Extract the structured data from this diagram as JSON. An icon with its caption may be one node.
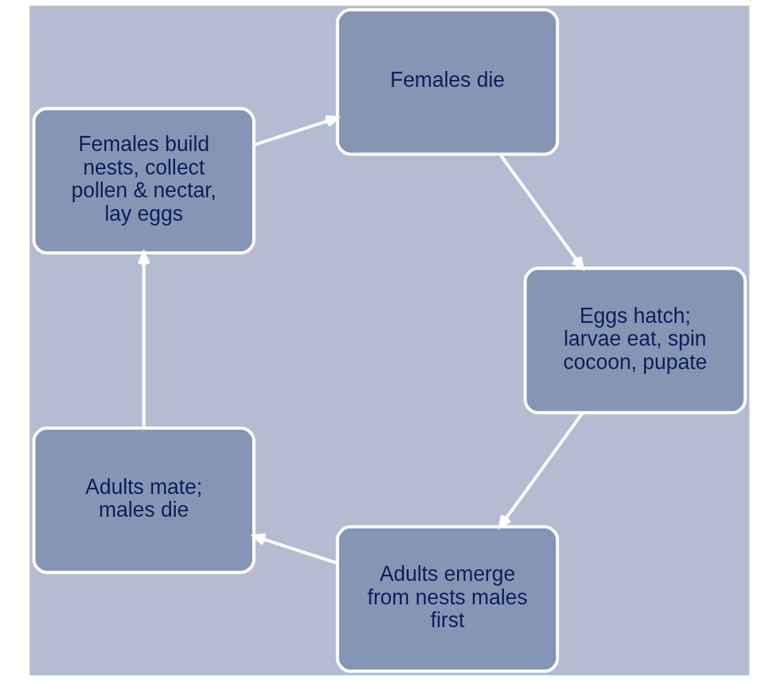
{
  "diagram": {
    "nodes": [
      {
        "text": [
          "Adults emerge from nests males first"
        ]
      },
      {
        "text": [
          "Adults mate; males die"
        ]
      },
      {
        "text": [
          "Females build nests, collect pollen & nectar, lay eggs"
        ]
      },
      {
        "text": [
          "Females die"
        ]
      },
      {
        "text": [
          "Eggs hatch; larvae eat, spin cocoon, pupate"
        ]
      }
    ],
    "edges": [
      {
        "from": 0,
        "to": 1,
        "arrow": "to"
      },
      {
        "from": 1,
        "to": 2,
        "arrow": "to"
      },
      {
        "from": 2,
        "to": 3,
        "arrow": "to"
      },
      {
        "from": 3,
        "to": 4,
        "arrow": "to"
      },
      {
        "from": 4,
        "to": 0,
        "arrow": "to"
      }
    ]
  }
}
